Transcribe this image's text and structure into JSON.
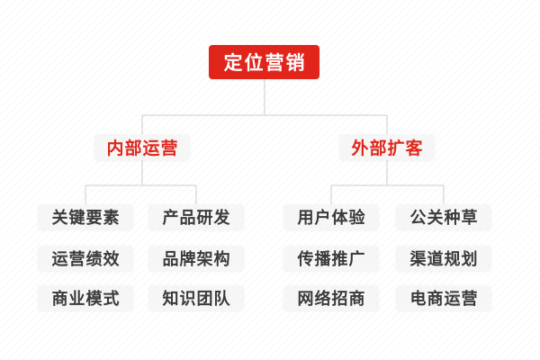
{
  "palette": {
    "accent_red": "#e1251b",
    "node_bg": "#f6f6f6",
    "leaf_text": "#3a3a3a",
    "root_text": "#ffffff",
    "connector_line": "#cccccc",
    "background": "#ffffff"
  },
  "tree": {
    "root": {
      "label": "定位营销"
    },
    "branches": [
      {
        "label": "内部运营",
        "children": [
          "关键要素",
          "产品研发",
          "运营绩效",
          "品牌架构",
          "商业模式",
          "知识团队"
        ]
      },
      {
        "label": "外部扩客",
        "children": [
          "用户体验",
          "公关种草",
          "传播推广",
          "渠道规划",
          "网络招商",
          "电商运营"
        ]
      }
    ]
  }
}
